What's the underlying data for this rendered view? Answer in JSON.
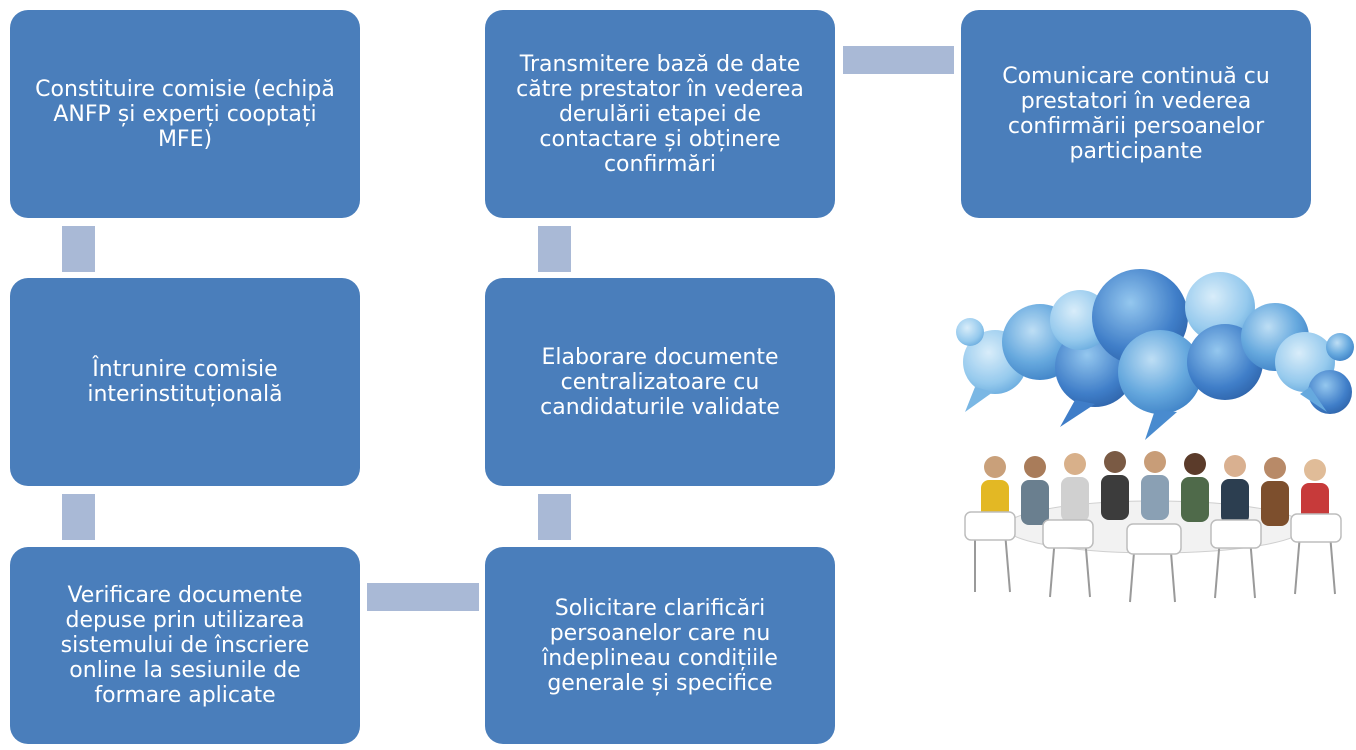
{
  "steps": {
    "constituire": "Constituire comisie (echipă ANFP și experți cooptați MFE)",
    "intrunire": "Întrunire comisie interinstituțională",
    "verificare": "Verificare documente depuse prin utilizarea sistemului de înscriere online la sesiunile de formare aplicate",
    "solicitare": "Solicitare clarificări persoanelor care nu îndeplineau condițiile generale și specifice",
    "elaborare": "Elaborare documente centralizatoare cu candidaturile validate",
    "transmitere": "Transmitere bază de date către prestator în vederea derulării etapei de contactare și obținere confirmări",
    "comunicare": "Comunicare continuă cu prestatori în vederea confirmării persoanelor participante"
  },
  "colors": {
    "box": "#4a7ebb",
    "connector": "#a9b9d6",
    "box_text": "#ffffff"
  },
  "illustration": {
    "description_icon": "speech-bubbles-meeting-icon"
  }
}
